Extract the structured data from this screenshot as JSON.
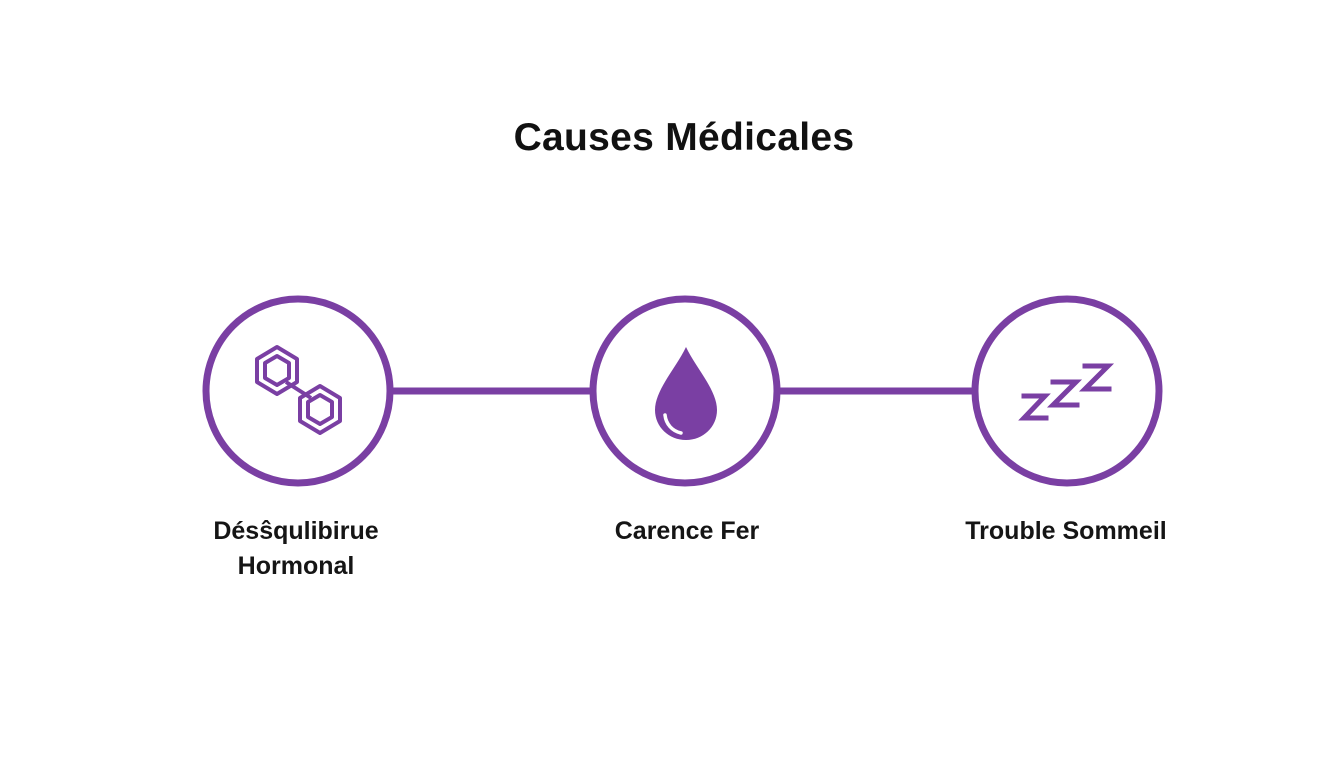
{
  "title": "Causes Médicales",
  "colors": {
    "accent": "#7a3fa3",
    "background": "#ffffff",
    "text": "#111111"
  },
  "nodes": [
    {
      "icon": "molecule-icon",
      "label_lines": [
        "Désŝqulibirue",
        "Hormonal"
      ]
    },
    {
      "icon": "blood-drop-icon",
      "label_lines": [
        "Carence Fer"
      ]
    },
    {
      "icon": "sleep-zzz-icon",
      "label_lines": [
        "Trouble Sommeil"
      ]
    }
  ]
}
